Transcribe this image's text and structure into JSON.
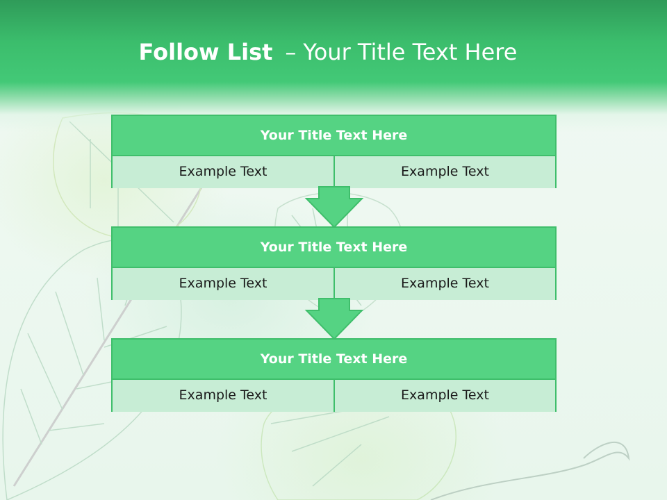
{
  "slide": {
    "title_bold": "Follow List",
    "title_dash": "–",
    "title_rest": "Your Title Text Here"
  },
  "blocks": [
    {
      "title": "Your Title Text Here",
      "left": "Example Text",
      "right": "Example Text"
    },
    {
      "title": "Your Title Text Here",
      "left": "Example Text",
      "right": "Example Text"
    },
    {
      "title": "Your Title Text Here",
      "left": "Example Text",
      "right": "Example Text"
    }
  ],
  "colors": {
    "header_green": "#43c977",
    "block_title_fill": "#55d383",
    "block_cell_fill": "#c7edd5",
    "border_green": "#3fbe6b",
    "arrow_fill": "#55d383"
  },
  "icons": {
    "connector": "down-arrow-icon",
    "background": "leaf-skeleton-decoration"
  }
}
